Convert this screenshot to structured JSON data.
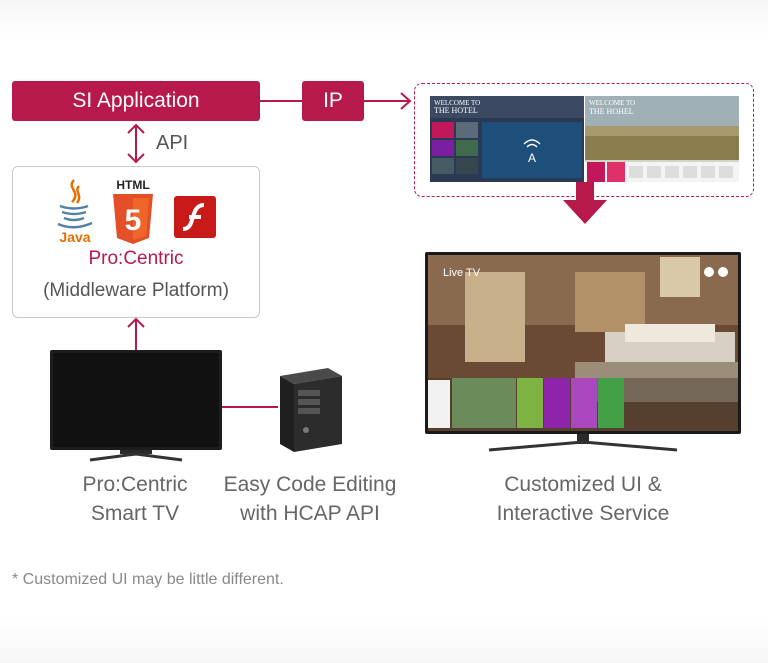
{
  "top_row": {
    "si_application": "SI Application",
    "ip": "IP"
  },
  "api_label": "API",
  "middleware": {
    "html_label": "HTML",
    "java_label": "Java",
    "title": "Pro:Centric",
    "subtitle": "(Middleware Platform)"
  },
  "screens": {
    "left_welcome": "WELCOME TO",
    "left_title": "THE HOTEL",
    "right_welcome": "WELCOME TO",
    "right_title": "THE HOHEL"
  },
  "tv_overlay": {
    "live_tv": "Live TV"
  },
  "captions": {
    "smart_tv": [
      "Pro:Centric",
      "Smart TV"
    ],
    "code_editing": [
      "Easy Code Editing",
      "with HCAP API"
    ],
    "customized": [
      "Customized UI &",
      "Interactive Service"
    ]
  },
  "footnote": "* Customized UI may be little different.",
  "colors": {
    "accent": "#b7194a",
    "text": "#555555"
  }
}
